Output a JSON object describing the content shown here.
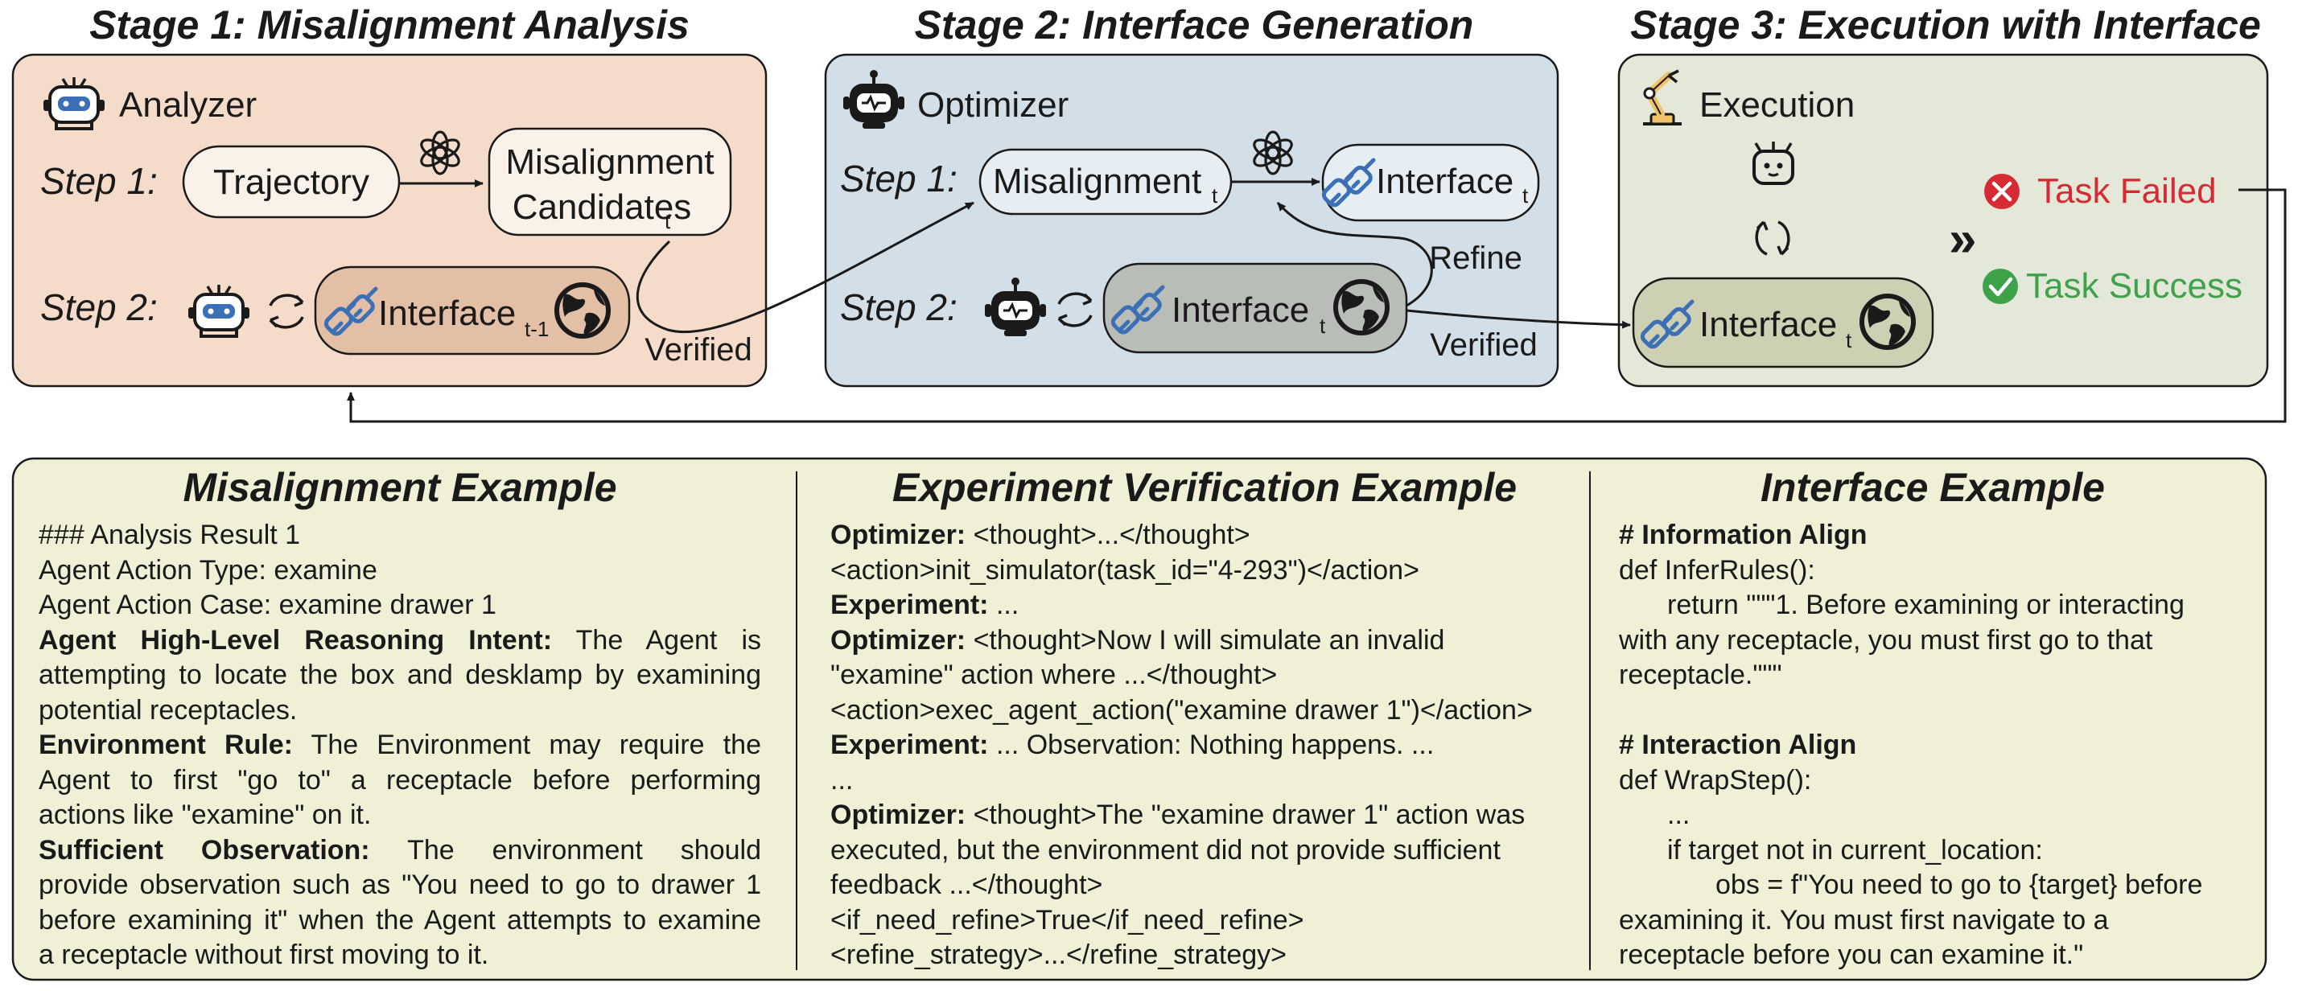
{
  "stages": {
    "stage1_title": "Stage 1: Misalignment Analysis",
    "stage2_title": "Stage 2: Interface Generation",
    "stage3_title": "Stage 3: Execution with Interface"
  },
  "stage1": {
    "agent_label": "Analyzer",
    "step1_label": "Step 1:",
    "trajectory": "Trajectory",
    "candidates_line1": "Misalignment",
    "candidates_line2": "Candidates",
    "candidates_sub": "t",
    "step2_label": "Step 2:",
    "interface": "Interface",
    "interface_sub": "t-1",
    "verified": "Verified"
  },
  "stage2": {
    "agent_label": "Optimizer",
    "step1_label": "Step 1:",
    "misalignment": "Misalignment",
    "misalignment_sub": "t",
    "interface_out": "Interface",
    "interface_out_sub": "t",
    "step2_label": "Step 2:",
    "interface": "Interface",
    "interface_sub": "t",
    "refine": "Refine",
    "verified": "Verified"
  },
  "stage3": {
    "agent_label": "Execution",
    "interface": "Interface",
    "interface_sub": "t",
    "task_failed": "Task Failed",
    "task_success": "Task Success"
  },
  "colors": {
    "stage1_bg": "#f5dcca",
    "stage2_bg": "#d3dfe8",
    "stage3_bg": "#e4e8d8",
    "bottom_bg": "#eff0d6",
    "failed": "#d62b35",
    "success": "#3ea24a",
    "plug": "#3b6fb6"
  },
  "examples": {
    "misalignment": {
      "title": "Misalignment Example",
      "l1": "### Analysis Result 1",
      "l2": "Agent Action Type: examine",
      "l3": "Agent Action Case: examine drawer 1",
      "p1_bold": "Agent High-Level Reasoning Intent:",
      "p1_l1": "The Agent is",
      "p1_l2": "attempting to locate the box and desklamp by examining",
      "p1_l3": "potential receptacles.",
      "p2_bold": "Environment Rule:",
      "p2_l1": "The Environment may require the",
      "p2_l2": "Agent to first \"go to\" a receptacle before performing",
      "p2_l3": "actions like \"examine\" on it.",
      "p3_bold": "Sufficient Observation:",
      "p3_l1": "The environment should",
      "p3_l2": "provide observation such as \"You need to go to drawer 1",
      "p3_l3": "before examining it\" when the Agent attempts to examine",
      "p3_l4": "a receptacle without first moving to it."
    },
    "verification": {
      "title": "Experiment Verification Example",
      "opt": "Optimizer:",
      "exp": "Experiment:",
      "l1": "<thought>...</thought>",
      "l2": "<action>init_simulator(task_id=\"4-293\")</action>",
      "l3": "...",
      "l4": "<thought>Now I will simulate an invalid",
      "l5": "\"examine\" action where ...</thought>",
      "l6": "<action>exec_agent_action(\"examine drawer 1\")</action>",
      "l7": "... Observation: Nothing happens. ...",
      "l8": "...",
      "l9": "<thought>The \"examine drawer 1\" action was",
      "l10": "executed, but the environment did not provide sufficient",
      "l11": "feedback ...</thought>",
      "l12": "<if_need_refine>True</if_need_refine>",
      "l13": "<refine_strategy>...</refine_strategy>"
    },
    "interface": {
      "title": "Interface Example",
      "h1": "# Information Align",
      "l1": "def InferRules():",
      "l2": "return \"\"\"1. Before examining or interacting",
      "l3": "with any receptacle, you must first go to that",
      "l4": "receptacle.\"\"\"",
      "h2": "# Interaction Align",
      "l5": "def WrapStep():",
      "l6": "...",
      "l7": "if target not in current_location:",
      "l8": "obs =  f\"You need to go to {target} before",
      "l9": "examining it. You must first navigate to a",
      "l10": "receptacle before you can examine it.\""
    }
  }
}
